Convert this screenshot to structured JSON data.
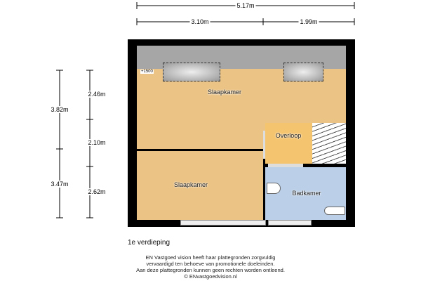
{
  "dimensions": {
    "total_width": "5.17m",
    "left_width": "3.10m",
    "right_width": "1.99m",
    "outer_top": "3.82m",
    "outer_bottom": "3.47m",
    "inner_top": "2.46m",
    "inner_middle": "2.10m",
    "inner_bottom": "2.62m"
  },
  "rooms": {
    "bedroom_large": "Slaapkamer",
    "bedroom_small": "Slaapkamer",
    "landing": "Overloop",
    "bathroom": "Badkamer"
  },
  "height_marker": "+1500",
  "floor_label": "1e verdieping",
  "disclaimer": [
    "EN Vastgoed vision heeft haar plattegronden zorgvuldig",
    "vervaardigd ten behoeve van promotionele doeleinden.",
    "Aan deze plattegronden kunnen geen rechten worden ontleend.",
    "© ENvastgoedvision.nl"
  ],
  "colors": {
    "bedroom": "#EBC384",
    "landing": "#F5C46E",
    "bathroom": "#BBD0E8",
    "slope": "#A6A6A6",
    "wall": "#000000"
  }
}
